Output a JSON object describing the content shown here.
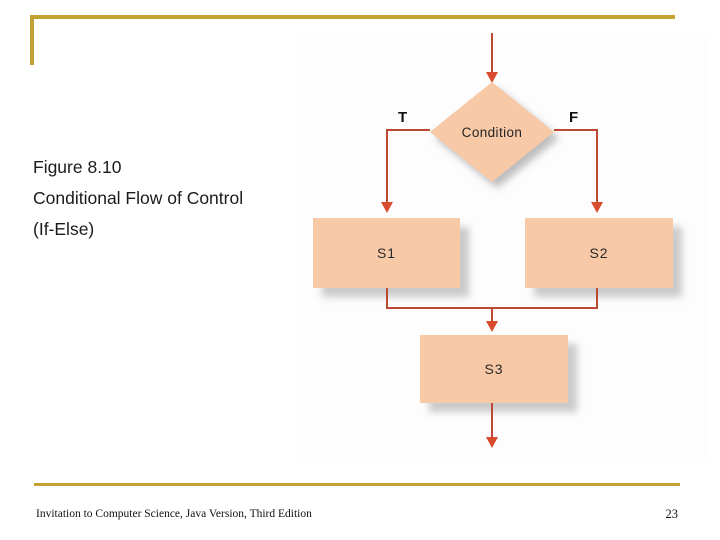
{
  "slide": {
    "caption": {
      "line1": "Figure 8.10",
      "line2": "Conditional Flow of Control",
      "line3": "(If-Else)"
    },
    "footer": {
      "book_title": "Invitation to Computer Science, Java Version, Third Edition",
      "page_number": "23"
    },
    "colors": {
      "accent_gold": "#C2A233",
      "shape_fill": "#F7C9A6",
      "connector": "#BC4A32",
      "arrowhead": "#D84B2D"
    }
  },
  "flowchart": {
    "type": "flowchart",
    "condition": {
      "shape": "diamond",
      "label": "Condition"
    },
    "branch_true_label": "T",
    "branch_false_label": "F",
    "boxes": [
      {
        "label": "S1"
      },
      {
        "label": "S2"
      },
      {
        "label": "S3"
      }
    ],
    "edges": [
      "entry -> Condition",
      "Condition -T-> S1",
      "Condition -F-> S2",
      "S1 -> S3",
      "S2 -> S3",
      "S3 -> exit"
    ]
  }
}
